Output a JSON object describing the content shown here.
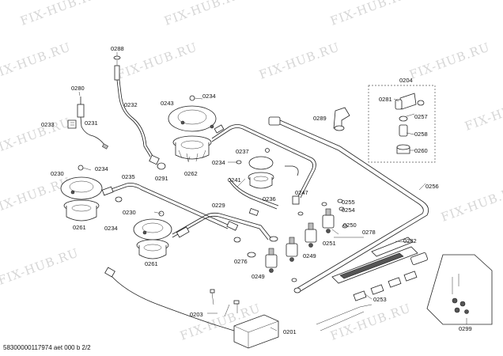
{
  "watermark": "FIX-HUB.RU",
  "footer": "58300000117974 aet 000 b 2/2",
  "labels": {
    "p0288": "0288",
    "p0280": "0280",
    "p0231": "0231",
    "p0233": "0233",
    "p0232": "0232",
    "p0243": "0243",
    "p0234a": "0234",
    "p0262": "0262",
    "p0291": "0291",
    "p0230a": "0230",
    "p0234b": "0234",
    "p0235": "0235",
    "p0261a": "0261",
    "p0237": "0237",
    "p0234c": "0234",
    "p0241": "0241",
    "p0236": "0236",
    "p0247": "0247",
    "p0230b": "0230",
    "p0234d": "0234",
    "p0229": "0229",
    "p0261b": "0261",
    "p0276": "0276",
    "p0249a": "0249",
    "p0249b": "0249",
    "p0251": "0251",
    "p0255": "0255",
    "p0254": "0254",
    "p0250": "0250",
    "p0278": "0278",
    "p0282": "0282",
    "p0203": "0203",
    "p0201": "0201",
    "p0253": "0253",
    "p0299": "0299",
    "p0256": "0256",
    "p0289": "0289",
    "p0204": "0204",
    "p0281": "0281",
    "p0257": "0257",
    "p0258": "0258",
    "p0260": "0260"
  }
}
